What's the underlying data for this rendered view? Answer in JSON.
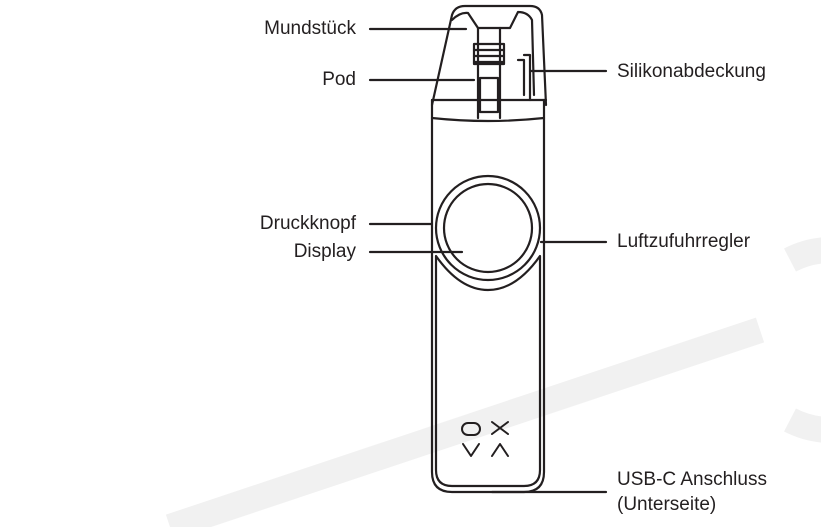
{
  "labels": {
    "mouthpiece": "Mundstück",
    "pod": "Pod",
    "silicone_cover": "Silikonabdeckung",
    "push_button": "Druckknopf",
    "display": "Display",
    "airflow_control": "Luftzufuhrregler",
    "usb_port_line1": "USB-C Anschluss",
    "usb_port_line2": "(Unterseite)"
  },
  "logo_text": "OXVA",
  "colors": {
    "stroke": "#231f20",
    "background": "#ffffff",
    "watermark": "#f2f2f2"
  }
}
